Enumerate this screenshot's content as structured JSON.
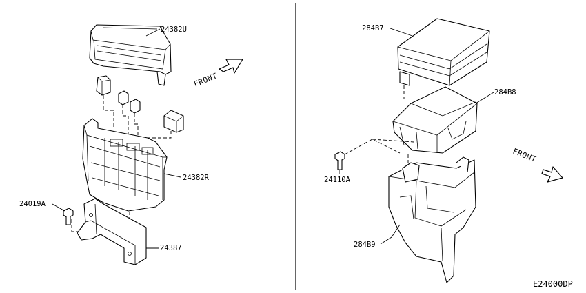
{
  "left_panel": {
    "labels": {
      "cover": "24382U",
      "fuse_block": "24382R",
      "bolt": "24019A",
      "bracket": "24387"
    },
    "direction_label": "FRONT"
  },
  "right_panel": {
    "labels": {
      "module": "284B7",
      "case": "284B8",
      "bolt": "24110A",
      "bracket": "284B9"
    },
    "direction_label": "FRONT"
  },
  "diagram_code": "E24000DP"
}
